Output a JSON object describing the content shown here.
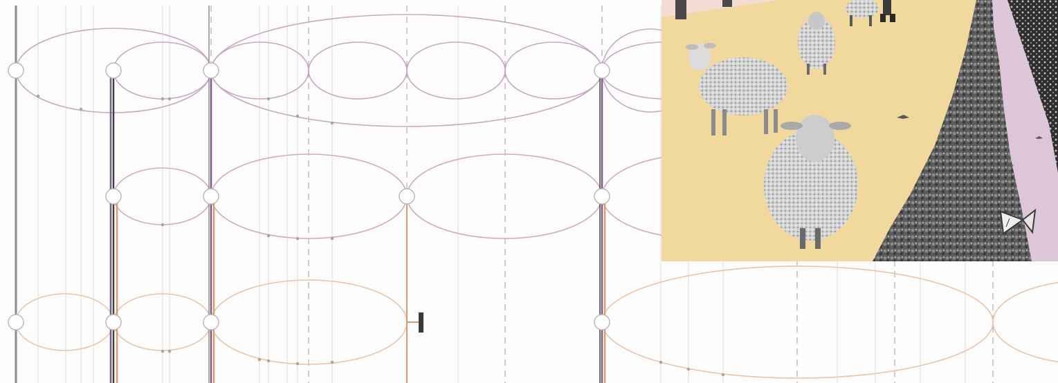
{
  "diagram": {
    "palette": {
      "top_tier": "#c9a6c6",
      "middle_tier": "#d8a7c0",
      "bottom_tier": "#eec3a6",
      "trunk_gray": "#8d8d8d",
      "trunk_dark": "#3f3f3f",
      "trunk_purple": "#7c5a86",
      "trunk_orange": "#df9a6c",
      "guide_line": "#e2e2e2",
      "guide_dashed": "#a9a9a9",
      "node_fill": "#ffffff",
      "node_stroke": "#b9b9b9",
      "end_cap": "#3a3a3a"
    },
    "tiers": [
      "top",
      "middle",
      "bottom"
    ],
    "terminal_marker": "end-cap"
  },
  "photo_panel": {
    "subjects": [
      "sheep",
      "hedgerow",
      "butterfly",
      "birds",
      "trees",
      "walking-figure"
    ],
    "colors": {
      "field": "#f1d89c",
      "verge_left": "#f3dcd3",
      "verge_right": "#dcc6d7",
      "hedge": "#5c5c5c",
      "crop": "#2f2f2f",
      "wool": "#d9d9d9"
    }
  }
}
